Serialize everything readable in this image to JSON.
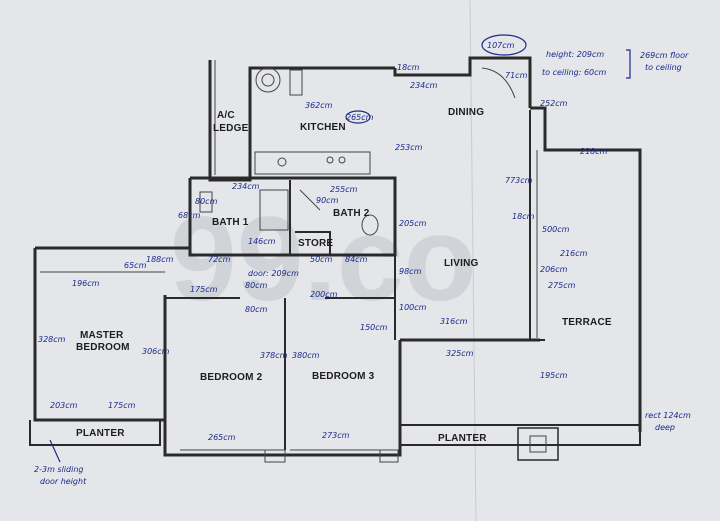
{
  "rooms": {
    "ac_ledge": [
      "A/C",
      "LEDGE"
    ],
    "kitchen": "KITCHEN",
    "dining": "DINING",
    "bath1": "BATH 1",
    "bath2": "BATH 2",
    "store": "STORE",
    "living": "LIVING",
    "terrace": "TERRACE",
    "master": [
      "MASTER",
      "BEDROOM"
    ],
    "bedroom2": "BEDROOM 2",
    "bedroom3": "BEDROOM 3",
    "planter_left": "PLANTER",
    "planter_right": "PLANTER"
  },
  "watermark": "99.co",
  "annotations": {
    "top_107": "107cm",
    "height_209": "height: 209cm",
    "to_ceiling": "to ceiling: 60cm",
    "floor_269": "269cm floor",
    "to_ceiling2": "to ceiling",
    "w_71": "71cm",
    "d_234": "234cm",
    "d_18a": "18cm",
    "k_362": "362cm",
    "k_265": "265cm",
    "d_252": "252cm",
    "d_253": "253cm",
    "b1_234": "234cm",
    "b1_80": "80cm",
    "b1_68": "68cm",
    "b1_146": "146cm",
    "b2_255": "255cm",
    "b2_90": "90cm",
    "b2_205": "205cm",
    "store_50": "50cm",
    "w_65": "65cm",
    "w_188": "188cm",
    "w_72": "72cm",
    "w_84": "84cm",
    "m_196": "196cm",
    "door": "door: 209cm",
    "b2_175": "175cm",
    "door_80a": "80cm",
    "door_80b": "80cm",
    "b3_200": "200cm",
    "c_98": "98cm",
    "l_100": "100cm",
    "l_150": "150cm",
    "l_316": "316cm",
    "l_325": "325cm",
    "m_328": "328cm",
    "m_306": "306cm",
    "b2_378": "378cm",
    "b3_380": "380cm",
    "m_203": "203cm",
    "m_175": "175cm",
    "sliding": "2-3m sliding",
    "sliding2": "door height",
    "b2_265": "265cm",
    "b3_273": "273cm",
    "t_218": "218cm",
    "t_773": "773cm",
    "t_18": "18cm",
    "t_500": "500cm",
    "t_216": "216cm",
    "t_206": "206cm",
    "t_275": "275cm",
    "t_195": "195cm",
    "t_rect": "rect 124cm",
    "t_rect2": "deep"
  }
}
